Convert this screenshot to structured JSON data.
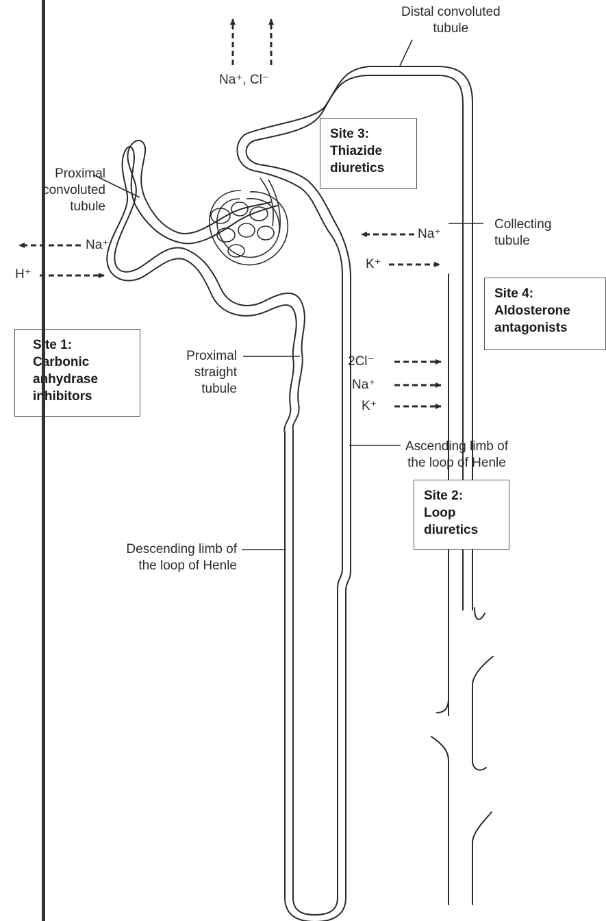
{
  "labels": {
    "distal": [
      "Distal convoluted",
      "tubule"
    ],
    "proximal_convoluted": [
      "Proximal",
      "convoluted",
      "tubule"
    ],
    "collecting": [
      "Collecting",
      "tubule"
    ],
    "proximal_straight": [
      "Proximal",
      "straight",
      "tubule"
    ],
    "ascending": [
      "Ascending limb of",
      "the loop of Henle"
    ],
    "descending": [
      "Descending limb of",
      "the loop of Henle"
    ]
  },
  "sites": {
    "site1": [
      "Site 1:",
      "Carbonic",
      "anhydrase",
      "inhibitors"
    ],
    "site2": [
      "Site 2:",
      "Loop",
      "diuretics"
    ],
    "site3": [
      "Site 3:",
      "Thiazide",
      "diuretics"
    ],
    "site4": [
      "Site 4:",
      "Aldosterone",
      "antagonists"
    ]
  },
  "ions": {
    "na_cl": "Na⁺, Cl⁻",
    "na_left": "Na⁺",
    "h_right": "H⁺",
    "na_collecting": "Na⁺",
    "k_collecting": "K⁺",
    "cl2_loop": "2Cl⁻",
    "na_loop": "Na⁺",
    "k_loop": "K⁺"
  }
}
